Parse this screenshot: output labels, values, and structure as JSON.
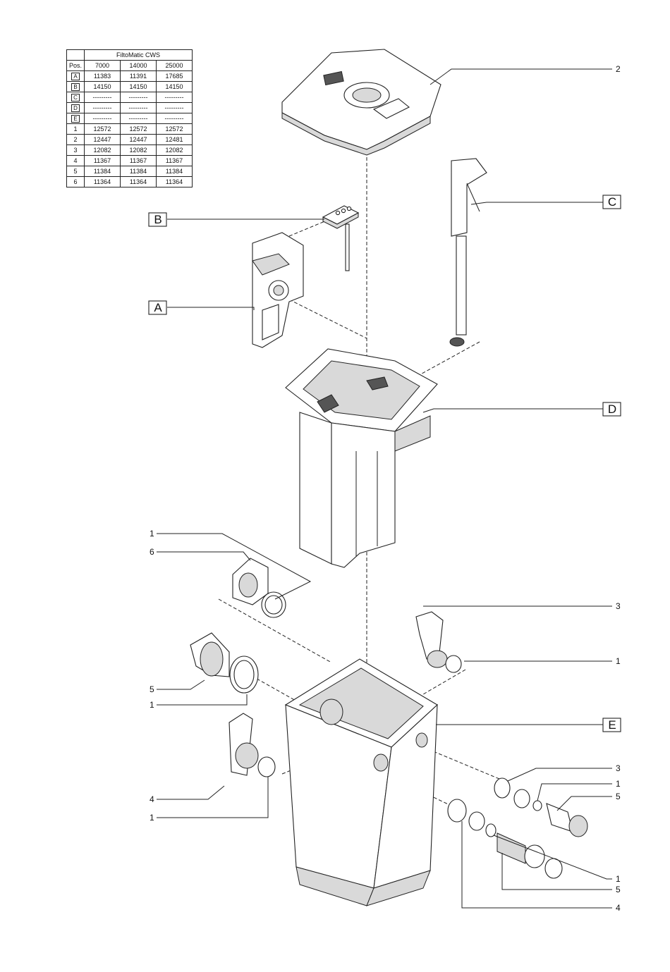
{
  "table": {
    "title": "FiltoMatic CWS",
    "pos_header": "Pos.",
    "columns": [
      "7000",
      "14000",
      "25000"
    ],
    "rows": [
      {
        "pos": "A",
        "boxed": true,
        "values": [
          "11383",
          "11391",
          "17685"
        ]
      },
      {
        "pos": "B",
        "boxed": true,
        "values": [
          "14150",
          "14150",
          "14150"
        ]
      },
      {
        "pos": "C",
        "boxed": true,
        "values": [
          "---------",
          "---------",
          "---------"
        ]
      },
      {
        "pos": "D",
        "boxed": true,
        "values": [
          "---------",
          "---------",
          "---------"
        ]
      },
      {
        "pos": "E",
        "boxed": true,
        "values": [
          "---------",
          "---------",
          "---------"
        ]
      },
      {
        "pos": "1",
        "boxed": false,
        "values": [
          "12572",
          "12572",
          "12572"
        ]
      },
      {
        "pos": "2",
        "boxed": false,
        "values": [
          "12447",
          "12447",
          "12481"
        ]
      },
      {
        "pos": "3",
        "boxed": false,
        "values": [
          "12082",
          "12082",
          "12082"
        ]
      },
      {
        "pos": "4",
        "boxed": false,
        "values": [
          "11367",
          "11367",
          "11367"
        ]
      },
      {
        "pos": "5",
        "boxed": false,
        "values": [
          "11384",
          "11384",
          "11384"
        ]
      },
      {
        "pos": "6",
        "boxed": false,
        "values": [
          "11364",
          "11364",
          "11364"
        ]
      }
    ]
  },
  "callouts": {
    "a": "A",
    "b": "B",
    "c": "C",
    "d": "D",
    "e": "E",
    "lid": "2",
    "seal_upper_left": "1",
    "flange_6": "6",
    "outlet_3": "3",
    "seal_outlet_3": "1",
    "fitting_5": "5",
    "seal_fitting_5": "1",
    "fitting_4": "4",
    "seal_fitting_4": "1",
    "hose_3": "3",
    "seal_hose_3": "1",
    "hose_5": "5",
    "seal_hose_low": "1",
    "hose_5_low": "5",
    "hose_4": "4"
  }
}
